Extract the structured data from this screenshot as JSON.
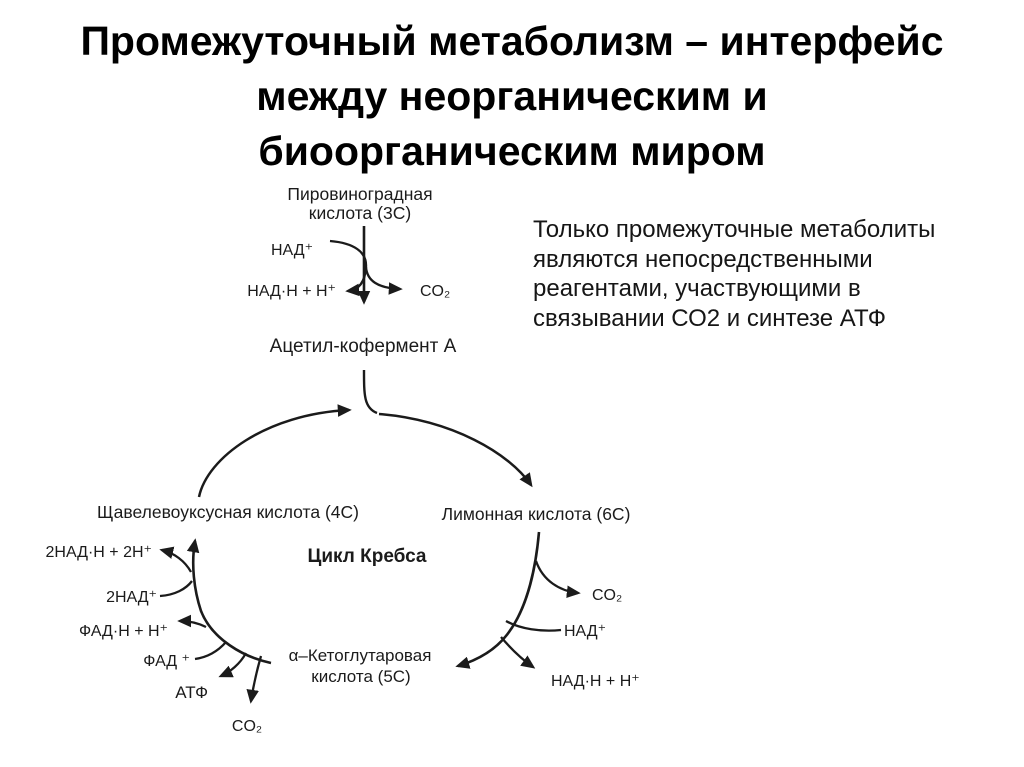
{
  "page": {
    "background": "#ffffff",
    "ink": "#1b1b1b"
  },
  "title": {
    "lines": [
      "Промежуточный метаболизм – интерфейс",
      "между неорганическим и",
      "биоорганическим миром"
    ]
  },
  "annotation": {
    "lines": [
      "Только промежуточные метаболиты",
      "являются непосредственными",
      "реагентами, участвующими в",
      "связывании СО2 и синтезе АТФ"
    ]
  },
  "diagram": {
    "labels": {
      "pyruvate_line1": "Пировиноградная",
      "pyruvate_line2": "кислота (3С)",
      "nad_top": "НАД⁺",
      "nadh_top": "НАД·Н + Н⁺",
      "co2_top": "CO₂",
      "acetyl_coa": "Ацетил-кофермент А",
      "oxaloacetate": "Щавелевоуксусная кислота (4С)",
      "citrate": "Лимонная кислота (6С)",
      "krebs": "Цикл Кребса",
      "akg_line1": "α–Кетоглутаровая",
      "akg_line2": "кислота (5С)",
      "nadh2_left": "2НАД·Н + 2Н⁺",
      "nad2_left": "2НАД⁺",
      "fadh_left": "ФАД·Н + Н⁺",
      "fad_left": "ФАД ⁺",
      "atp_left": "АТФ",
      "co2_bottom": "CO₂",
      "co2_right": "CO₂",
      "nad_right": "НАД⁺",
      "nadh_right": "НАД·Н + Н⁺"
    }
  }
}
